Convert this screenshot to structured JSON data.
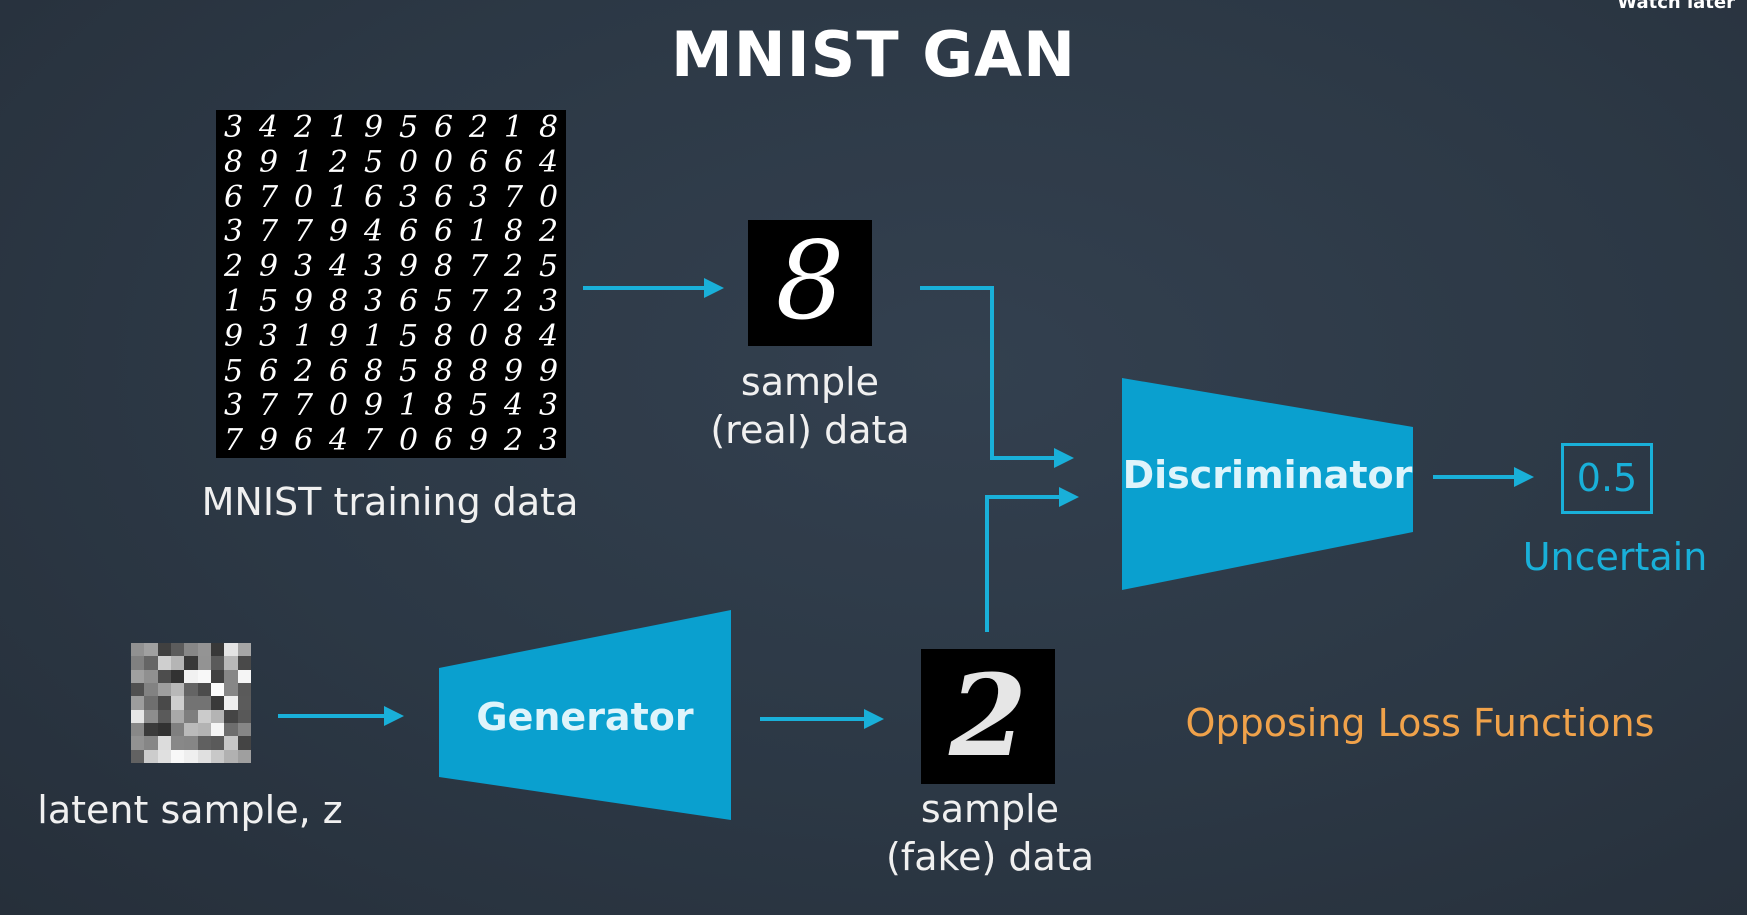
{
  "overlay": {
    "watch_later": "Watch later"
  },
  "title": "MNIST GAN",
  "training_data": {
    "label": "MNIST training data",
    "digits": [
      "3421956218",
      "8912500664",
      "6701636370",
      "3779466182",
      "2934398725",
      "1598365723",
      "9319158084",
      "5626858899",
      "3770918543",
      "7964706923"
    ]
  },
  "real_sample": {
    "digit": "8",
    "line1": "sample",
    "line2": "(real) data"
  },
  "fake_sample": {
    "digit": "2",
    "line1": "sample",
    "line2": "(fake) data"
  },
  "latent": {
    "label": "latent sample, z"
  },
  "generator": {
    "label": "Generator"
  },
  "discriminator": {
    "label": "Discriminator"
  },
  "output": {
    "value": "0.5",
    "caption": "Uncertain"
  },
  "note": "Opposing Loss Functions",
  "colors": {
    "accent": "#19b0d9",
    "block": "#0aa0cf",
    "note": "#f0a24a",
    "background": "#2c3845"
  }
}
